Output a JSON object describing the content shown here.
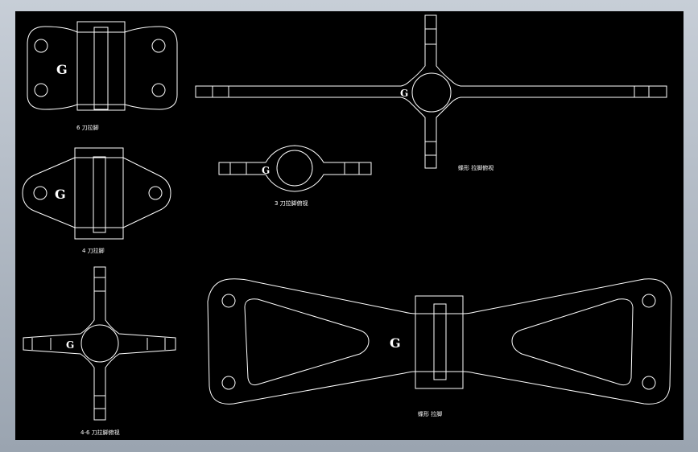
{
  "drawing": {
    "background_color": "#000000",
    "line_color": "#ffffff",
    "window_gray": "#a7afb9",
    "labels": {
      "part_6": "6 刀拉脚",
      "part_4": "4 刀拉脚",
      "cross_4_6": "4-6 刀拉脚俯视",
      "rod_3": "3 刀拉脚俯视",
      "cross_large": "蝶形 拉脚俯视",
      "butterfly": "蝶形 拉脚"
    },
    "logo_glyph": "G"
  }
}
